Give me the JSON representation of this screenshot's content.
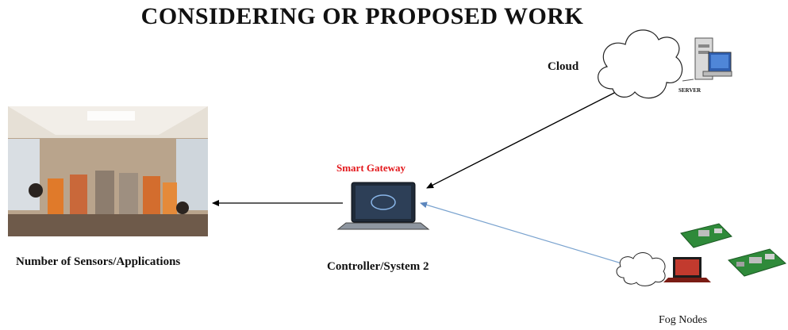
{
  "title": "CONSIDERING OR PROPOSED WORK",
  "labels": {
    "cloud": "Cloud",
    "server": "SERVER",
    "smart_gateway": "Smart Gateway",
    "controller": "Controller/System 2",
    "sensors": "Number of Sensors/Applications",
    "fog_nodes": "Fog Nodes"
  },
  "colors": {
    "gateway_label": "#e3181c",
    "fog_link": "#7aa3cf",
    "black_link": "#000000"
  },
  "icons": [
    "cloud-icon",
    "server-icon",
    "laptop-icon",
    "raspberry-pi-icon",
    "small-cloud-icon",
    "train-interior-photo"
  ]
}
